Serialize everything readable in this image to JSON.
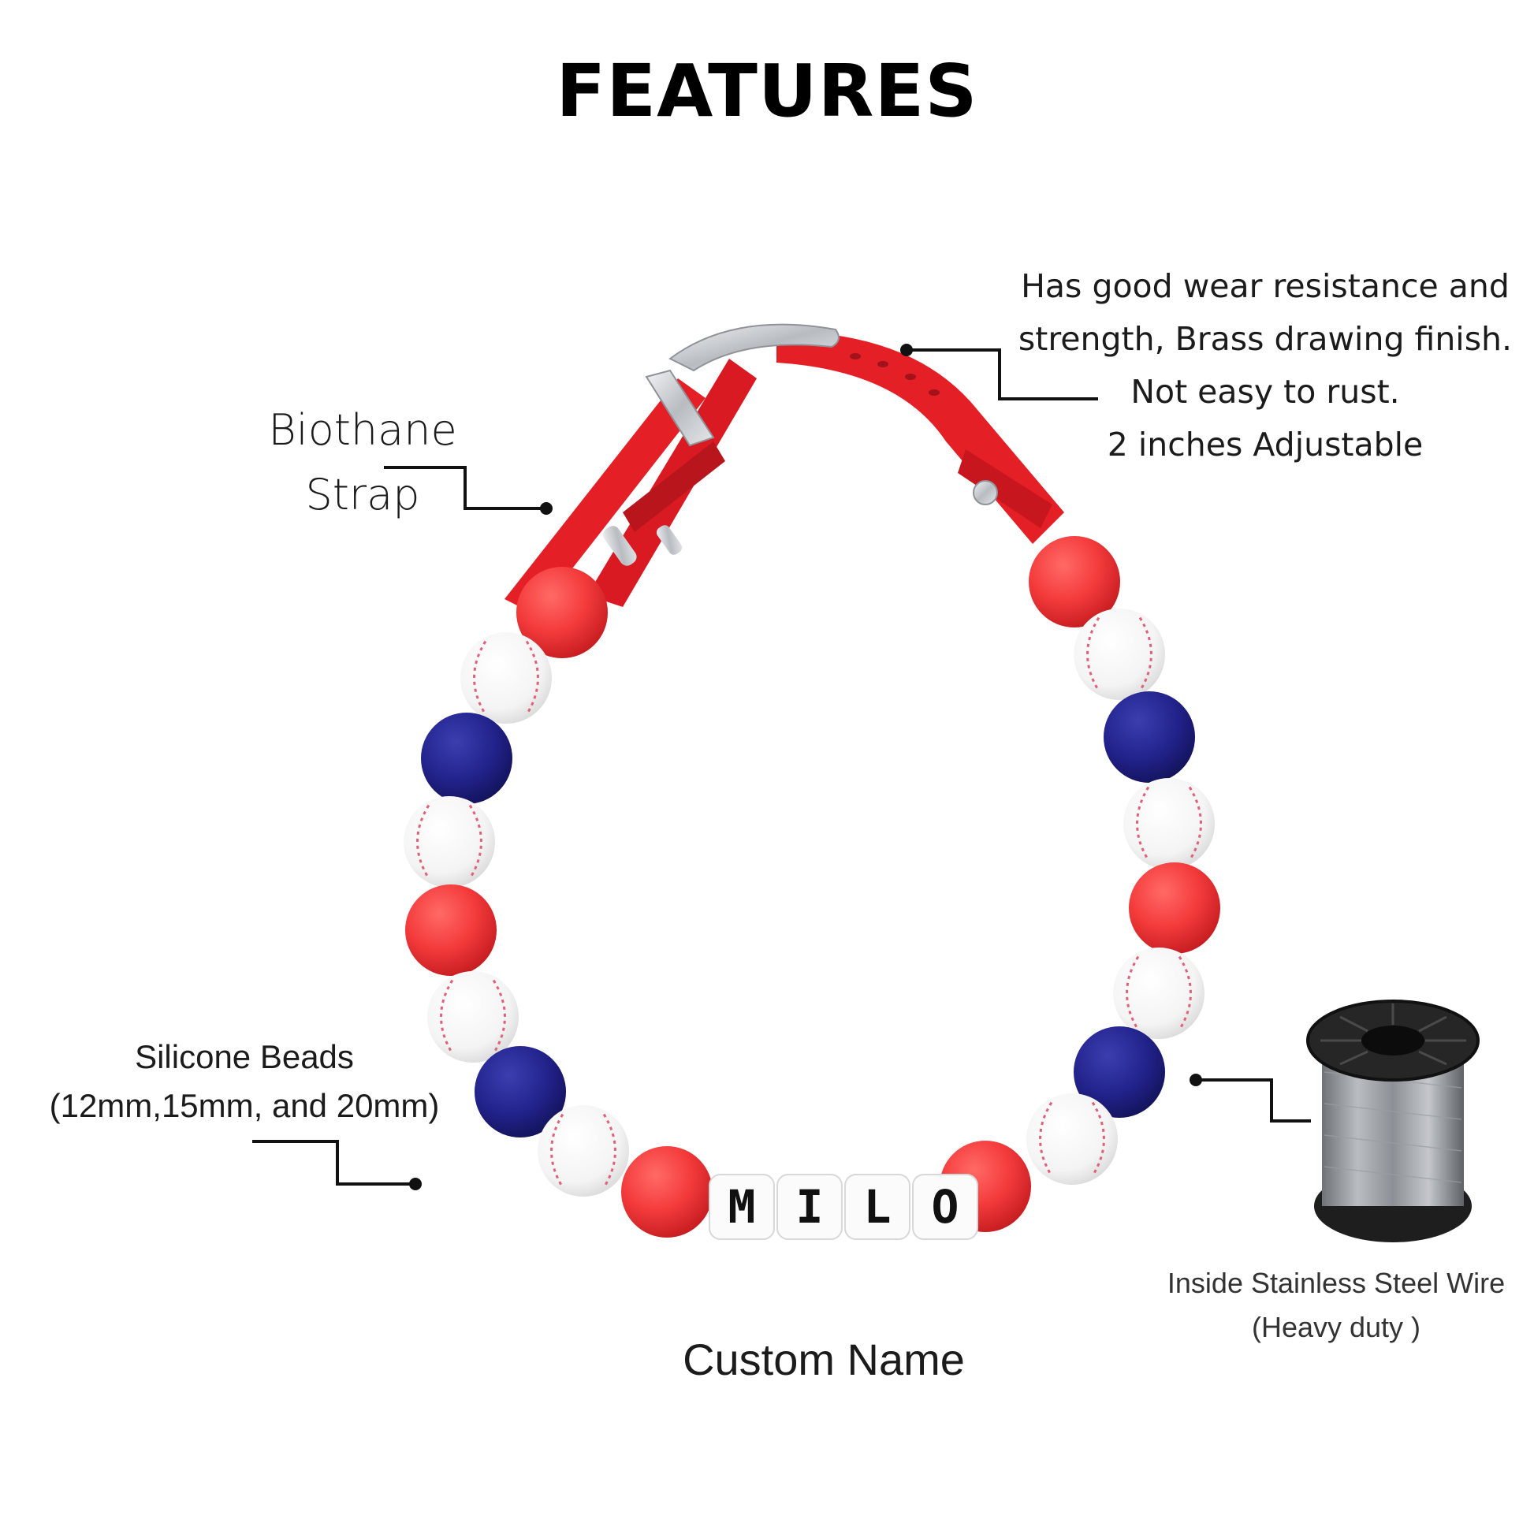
{
  "title": "FEATURES",
  "callouts": {
    "strap": {
      "lines": [
        "Biothane",
        "Strap"
      ]
    },
    "buckle": {
      "lines": [
        "Has good wear resistance and",
        "strength, Brass drawing finish.",
        "Not easy to rust.",
        "2 inches Adjustable"
      ]
    },
    "beads": {
      "lines": [
        "Silicone Beads",
        "(12mm,15mm, and 20mm)"
      ]
    },
    "name": {
      "text": "Custom Name"
    },
    "wire": {
      "lines": [
        "Inside Stainless Steel Wire",
        "(Heavy duty )"
      ]
    }
  },
  "collar": {
    "name_letters": [
      "M",
      "I",
      "L",
      "O"
    ],
    "colors": {
      "strap": "#e41f26",
      "red_bead": "#f43b3c",
      "navy_bead": "#22238c",
      "white_bead": "#fafafa",
      "stitch": "#e0607a",
      "hardware": "#c9cdd2"
    }
  }
}
